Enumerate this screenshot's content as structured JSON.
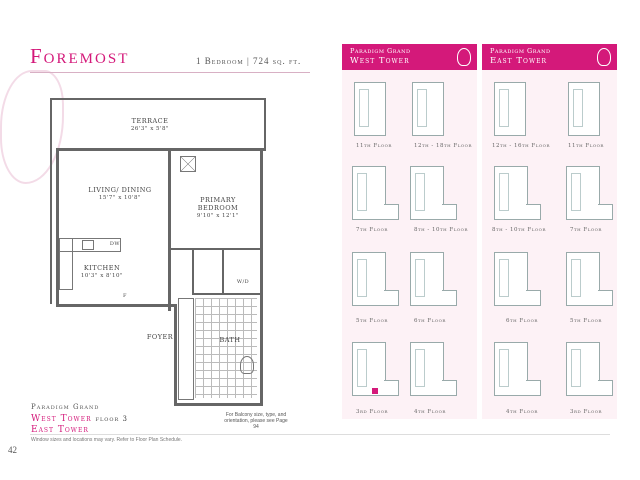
{
  "header": {
    "title": "Foremost",
    "subtitle": "1 Bedroom | 724 sq. ft."
  },
  "rooms": {
    "terrace": {
      "name": "Terrace",
      "dim": "26'3\" x 5'8\""
    },
    "living": {
      "name": "Living/ Dining",
      "dim": "15'7\" x 10'8\""
    },
    "bedroom": {
      "name": "Primary Bedroom",
      "dim": "9'10\" x 12'1\""
    },
    "kitchen": {
      "name": "Kitchen",
      "dim": "10'3\" x 8'10\""
    },
    "foyer": {
      "name": "Foyer"
    },
    "bath": {
      "name": "Bath"
    },
    "dw": "DW",
    "wd": "W/D",
    "fr": "F"
  },
  "west_panel": {
    "line1": "Paradigm Grand",
    "line2": "West Tower",
    "floors": [
      "11th Floor",
      "12th - 18th Floor",
      "7th Floor",
      "8th - 10th Floor",
      "5th Floor",
      "6th Floor",
      "3rd Floor",
      "4th Floor"
    ]
  },
  "east_panel": {
    "line1": "Paradigm Grand",
    "line2": "East Tower",
    "floors": [
      "12th - 16th Floor",
      "11th Floor",
      "8th - 10th Floor",
      "7th Floor",
      "6th Floor",
      "5th Floor",
      "4th Floor",
      "3rd Floor"
    ]
  },
  "bottom": {
    "brand": "Paradigm Grand",
    "west": "West Tower",
    "floor": "floor 3",
    "east": "East Tower",
    "note": "For Balcony size, type, and orientation, please see Page 94",
    "footnote": "Window sizes and locations may vary. Refer to Floor Plan Schedule.",
    "page": "42"
  },
  "colors": {
    "accent": "#d4197a",
    "panel_bg": "#fdf2f6"
  }
}
